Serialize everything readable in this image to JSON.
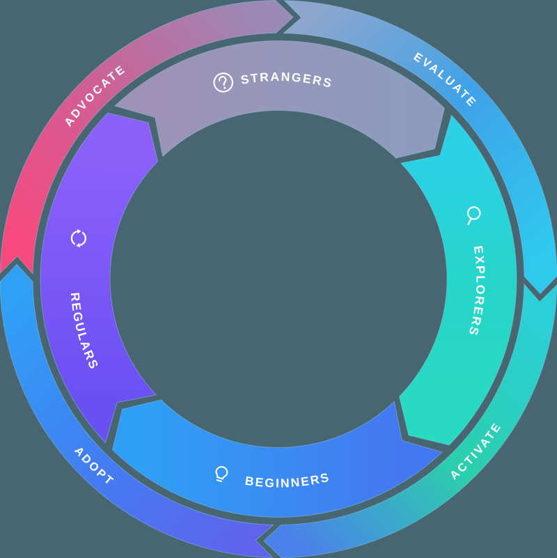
{
  "diagram": {
    "title": "user-lifecycle-rings",
    "background_color": "#486671",
    "edge_stroke_color": "#8fcbe8",
    "label_color": "#ffffff",
    "flow_arrow_style": "chevron",
    "outer_ring": {
      "segments": [
        {
          "id": "advocate",
          "label": "ADVOCATE",
          "center_angle": 315,
          "start": 270,
          "end": 360,
          "flipped": false,
          "gradient": [
            "#f8497e",
            "#cf5f95",
            "#9b89b5"
          ]
        },
        {
          "id": "evaluate",
          "label": "EVALUATE",
          "center_angle": 40,
          "start": 0,
          "end": 90,
          "flipped": false,
          "gradient": [
            "#8ea6cd",
            "#3fa2e8",
            "#2fc9ee"
          ]
        },
        {
          "id": "activate",
          "label": "ACTIVATE",
          "center_angle": 131,
          "start": 90,
          "end": 180,
          "flipped": true,
          "gradient": [
            "#2bcfd9",
            "#2bcfac",
            "#4b82e9"
          ]
        },
        {
          "id": "adopt",
          "label": "ADOPT",
          "center_angle": 224.5,
          "start": 180,
          "end": 270,
          "flipped": true,
          "gradient": [
            "#5f63ee",
            "#417ff2",
            "#2fa0f6"
          ]
        }
      ]
    },
    "inner_ring": {
      "segments": [
        {
          "id": "strangers",
          "label": "STRANGERS",
          "icon": "question-circle",
          "icon_angle": -15.7,
          "text_angle": 2.4,
          "start": -45,
          "end": 45,
          "flipped": false,
          "gradient": [
            "#9e93b7",
            "#8d9cbd"
          ]
        },
        {
          "id": "explorers",
          "label": "EXPLORERS",
          "icon": "magnifier",
          "icon_angle": 72,
          "text_angle": 93.5,
          "start": 45,
          "end": 135,
          "flipped": false,
          "gradient": [
            "#2bd2e6",
            "#26d5c9",
            "#29dac2"
          ]
        },
        {
          "id": "beginners",
          "label": "BEGINNERS",
          "icon": "lightbulb",
          "icon_angle": 196.4,
          "text_angle": 177.4,
          "start": 135,
          "end": 225,
          "flipped": true,
          "gradient": [
            "#4478f0",
            "#3a8cf2",
            "#2f9ff5"
          ]
        },
        {
          "id": "regulars",
          "label": "REGULARS",
          "icon": "refresh",
          "icon_angle": 281.5,
          "text_angle": 255,
          "start": 225,
          "end": 315,
          "flipped": true,
          "gradient": [
            "#6a50f3",
            "#8d60fb"
          ]
        }
      ]
    }
  }
}
